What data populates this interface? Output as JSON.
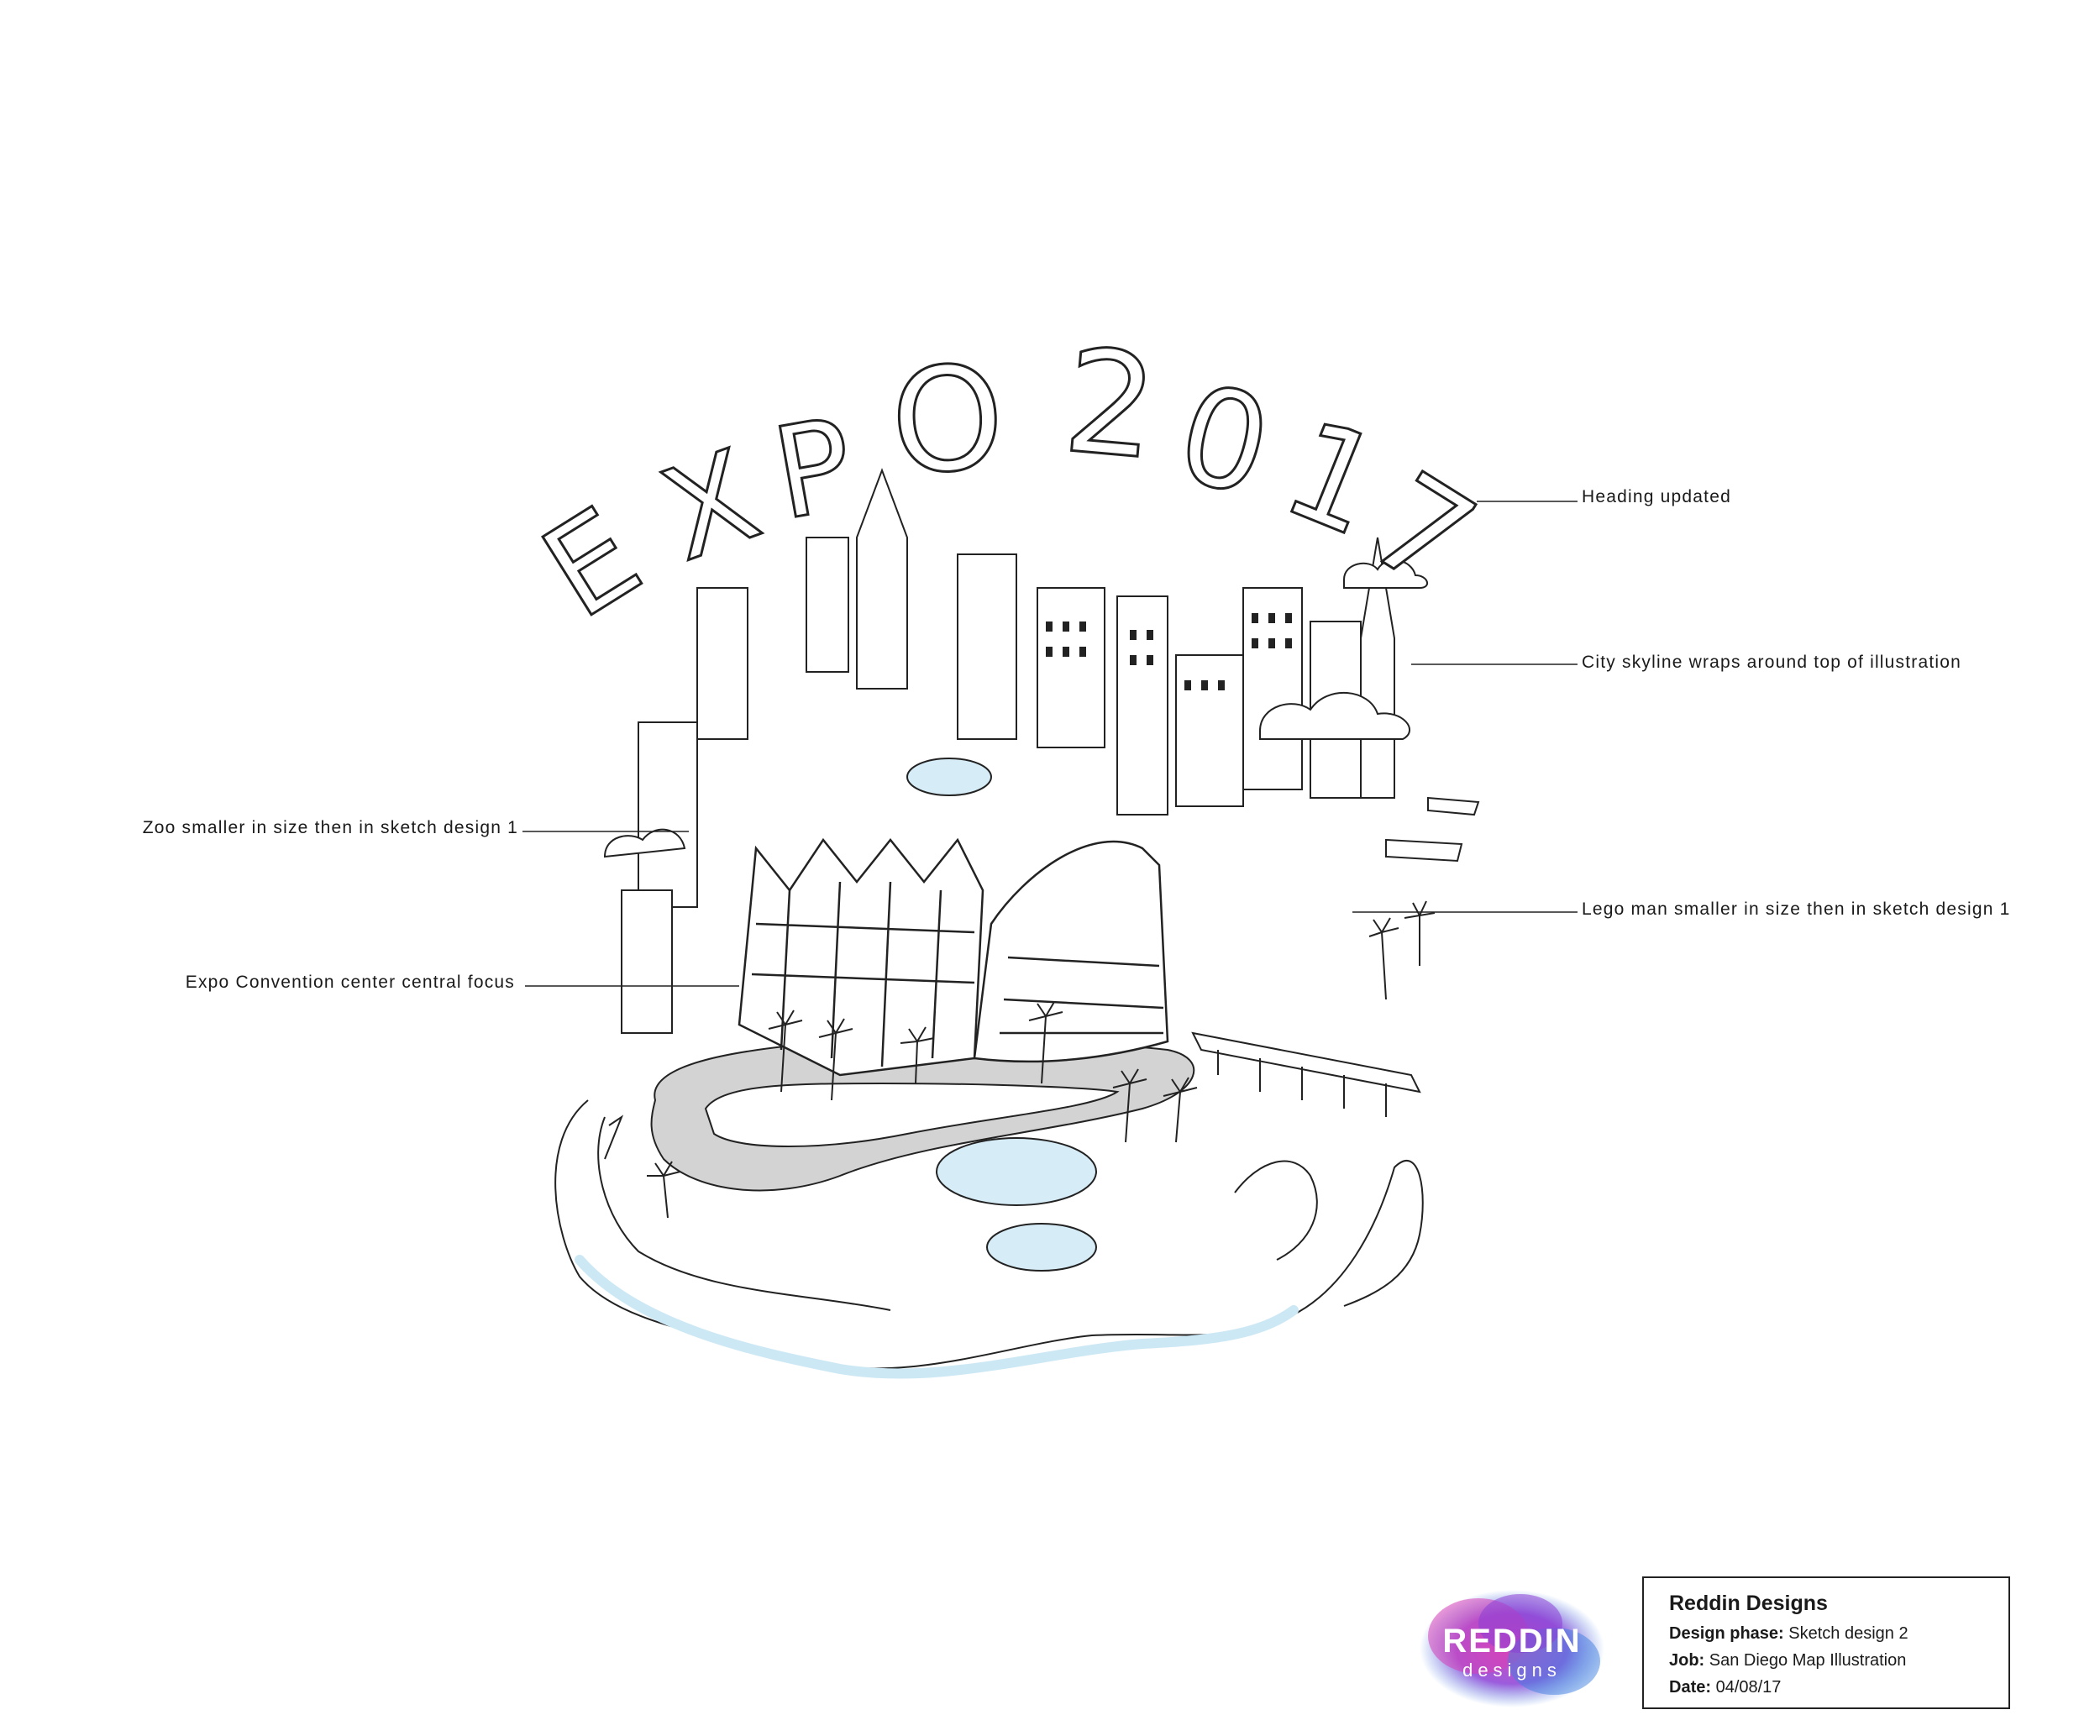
{
  "illustration": {
    "heading_letters": [
      "E",
      "X",
      "P",
      "O",
      "2",
      "0",
      "1",
      "7"
    ]
  },
  "callouts": {
    "heading": "Heading updated",
    "skyline": "City skyline wraps around top of illustration",
    "zoo": "Zoo smaller in size then in sketch design 1",
    "lego": "Lego man smaller in size then in sketch design 1",
    "expo": "Expo Convention center central focus"
  },
  "logo": {
    "name": "REDDIN",
    "sub": "designs"
  },
  "title_block": {
    "company": "Reddin Designs",
    "phase_label": "Design phase:",
    "phase_value": "Sketch design 2",
    "job_label": "Job:",
    "job_value": "San Diego Map Illustration",
    "date_label": "Date:",
    "date_value": "04/08/17"
  },
  "colors": {
    "ink": "#1a1a1a",
    "road": "#cfcfcf",
    "water": "#d6ecf7",
    "logo_purple": "#8a3fd6",
    "logo_pink": "#d63fb8",
    "logo_blue": "#3f7fe0"
  }
}
